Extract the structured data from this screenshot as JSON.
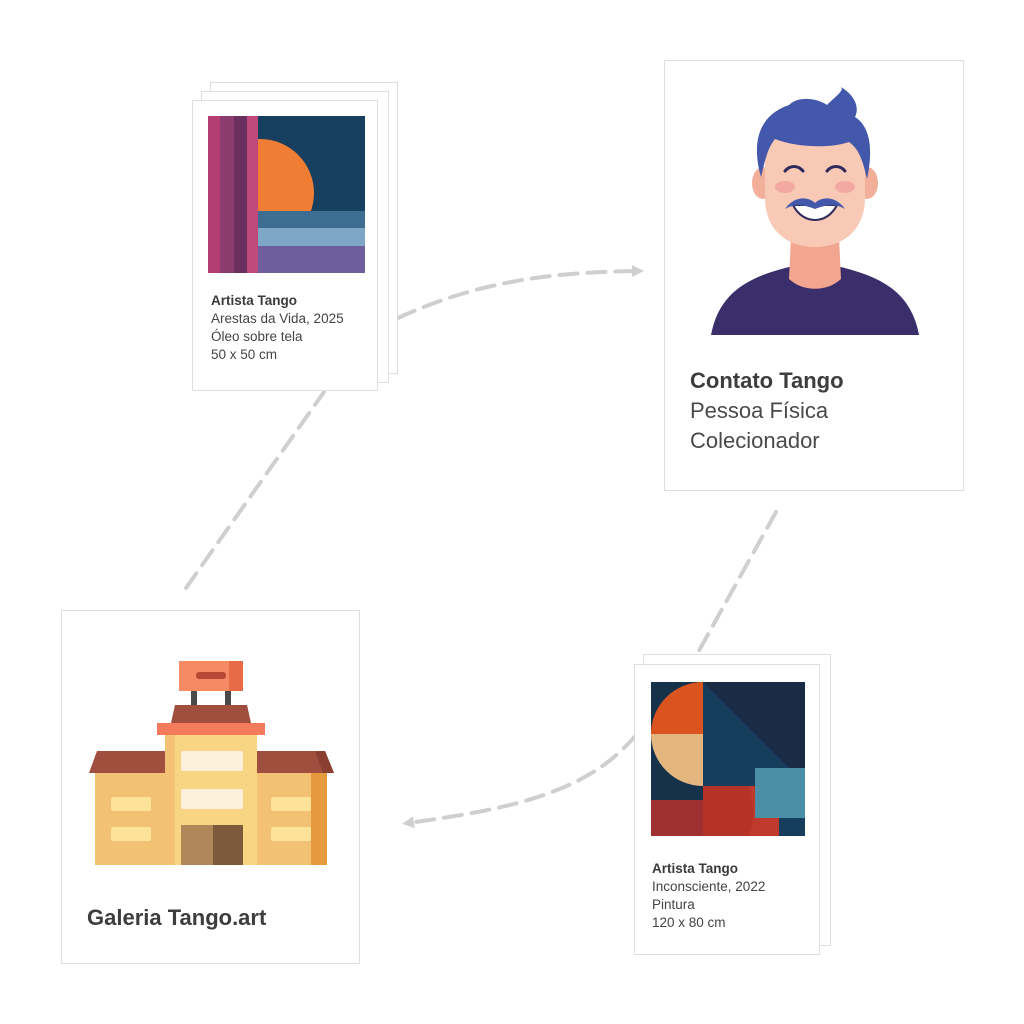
{
  "artwork_1": {
    "artist": "Artista Tango",
    "title_year": "Arestas da Vida, 2025",
    "medium": "Óleo sobre tela",
    "size": "50 x 50 cm",
    "icon": "abstract-sunset-painting-icon"
  },
  "contact": {
    "name": "Contato Tango",
    "type": "Pessoa Física",
    "role": "Colecionador",
    "icon": "smiling-man-avatar-icon"
  },
  "artwork_2": {
    "artist": "Artista Tango",
    "title_year": "Inconsciente, 2022",
    "medium": "Pintura",
    "size": "120 x 80 cm",
    "icon": "geometric-abstract-painting-icon"
  },
  "gallery": {
    "name": "Galeria Tango.art",
    "icon": "gallery-building-icon"
  },
  "colors": {
    "border": "#dedede",
    "connector": "#cfcfcf",
    "text": "#444444"
  }
}
